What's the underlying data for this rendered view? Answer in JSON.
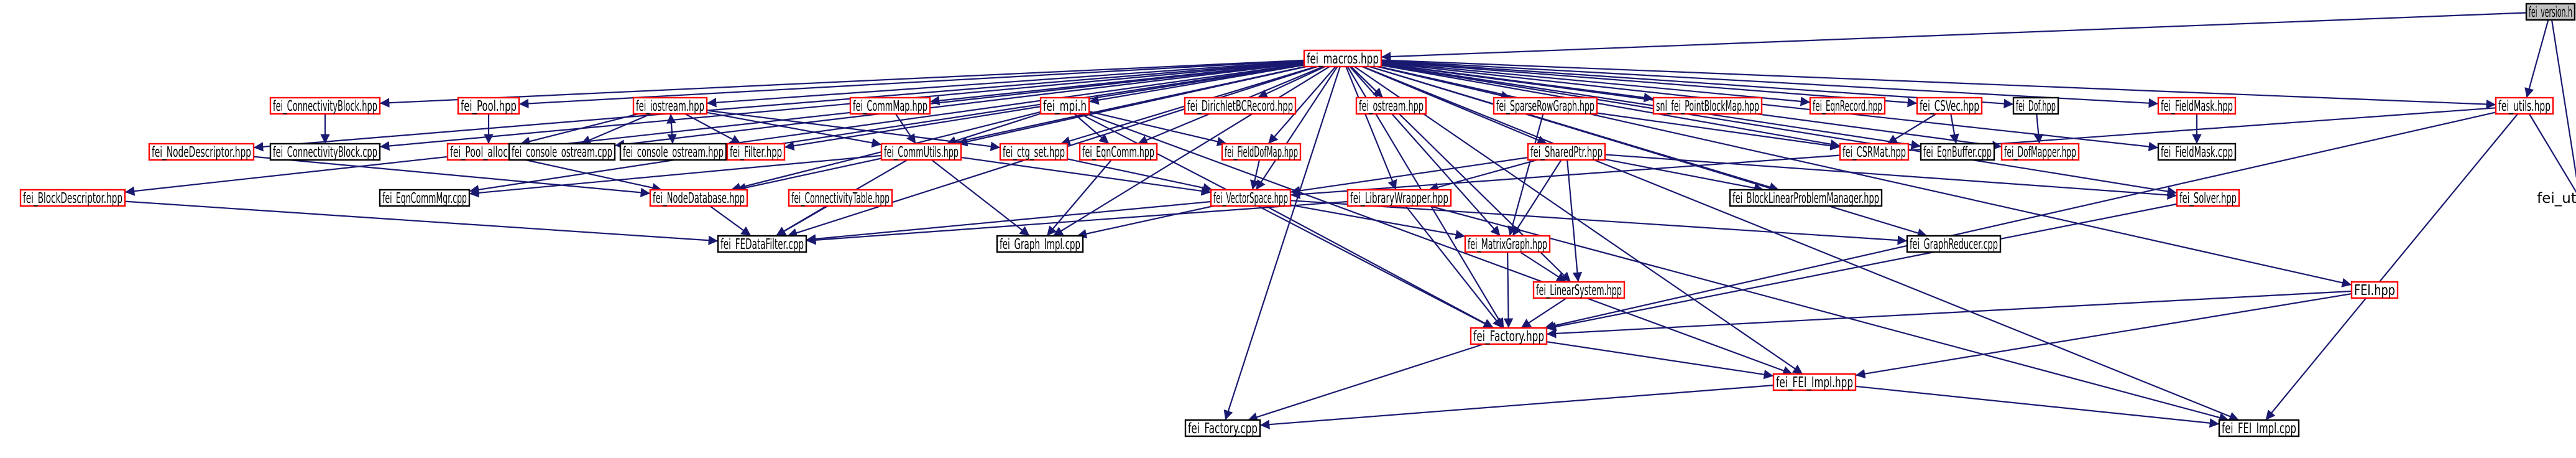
{
  "nodes": [
    {
      "id": "fei_version",
      "label": "fei_version.h",
      "style": "root"
    },
    {
      "id": "fei_macros",
      "label": "fei_macros.hpp",
      "style": "red"
    },
    {
      "id": "fei_utils",
      "label": "fei_utils.hpp",
      "style": "red"
    },
    {
      "id": "fei_utils_cpp",
      "label": "fei_utils.cpp",
      "style": "black"
    },
    {
      "id": "fei_ConnectivityBlock_hpp",
      "label": "fei_ConnectivityBlock.hpp",
      "style": "red"
    },
    {
      "id": "fei_Pool_hpp",
      "label": "fei_Pool.hpp",
      "style": "red"
    },
    {
      "id": "fei_iostream",
      "label": "fei_iostream.hpp",
      "style": "red"
    },
    {
      "id": "fei_CommMap",
      "label": "fei_CommMap.hpp",
      "style": "red"
    },
    {
      "id": "fei_mpi",
      "label": "fei_mpi.h",
      "style": "red"
    },
    {
      "id": "fei_DirichletBCRecord",
      "label": "fei_DirichletBCRecord.hpp",
      "style": "red"
    },
    {
      "id": "fei_ostream",
      "label": "fei_ostream.hpp",
      "style": "red"
    },
    {
      "id": "fei_SparseRowGraph",
      "label": "fei_SparseRowGraph.hpp",
      "style": "red"
    },
    {
      "id": "snl_fei_PointBlockMap",
      "label": "snl_fei_PointBlockMap.hpp",
      "style": "red"
    },
    {
      "id": "fei_EqnRecord",
      "label": "fei_EqnRecord.hpp",
      "style": "red"
    },
    {
      "id": "fei_CSVec",
      "label": "fei_CSVec.hpp",
      "style": "red"
    },
    {
      "id": "fei_Dof",
      "label": "fei_Dof.hpp",
      "style": "black"
    },
    {
      "id": "fei_FieldMask_hpp",
      "label": "fei_FieldMask.hpp",
      "style": "red"
    },
    {
      "id": "fei_NodeDescriptor",
      "label": "fei_NodeDescriptor.hpp",
      "style": "red"
    },
    {
      "id": "fei_ConnectivityBlock_cpp",
      "label": "fei_ConnectivityBlock.cpp",
      "style": "black"
    },
    {
      "id": "fei_Pool_alloc",
      "label": "fei_Pool_alloc.hpp",
      "style": "red"
    },
    {
      "id": "fei_console_ostream_cpp",
      "label": "fei_console_ostream.cpp",
      "style": "black"
    },
    {
      "id": "fei_console_ostream_hpp",
      "label": "fei_console_ostream.hpp",
      "style": "black"
    },
    {
      "id": "fei_Filter",
      "label": "fei_Filter.hpp",
      "style": "red"
    },
    {
      "id": "fei_CommUtils",
      "label": "fei_CommUtils.hpp",
      "style": "red"
    },
    {
      "id": "fei_ctg_set",
      "label": "fei_ctg_set.hpp",
      "style": "red"
    },
    {
      "id": "fei_EqnComm",
      "label": "fei_EqnComm.hpp",
      "style": "red"
    },
    {
      "id": "fei_FieldDofMap",
      "label": "fei_FieldDofMap.hpp",
      "style": "red"
    },
    {
      "id": "fei_SharedPtr",
      "label": "fei_SharedPtr.hpp",
      "style": "red"
    },
    {
      "id": "fei_CSRMat",
      "label": "fei_CSRMat.hpp",
      "style": "red"
    },
    {
      "id": "fei_EqnBuffer",
      "label": "fei_EqnBuffer.cpp",
      "style": "black"
    },
    {
      "id": "fei_DofMapper",
      "label": "fei_DofMapper.hpp",
      "style": "red"
    },
    {
      "id": "fei_FieldMask_cpp",
      "label": "fei_FieldMask.cpp",
      "style": "black"
    },
    {
      "id": "fei_BlockDescriptor",
      "label": "fei_BlockDescriptor.hpp",
      "style": "red"
    },
    {
      "id": "fei_EqnCommMgr",
      "label": "fei_EqnCommMgr.cpp",
      "style": "black"
    },
    {
      "id": "fei_NodeDatabase",
      "label": "fei_NodeDatabase.hpp",
      "style": "red"
    },
    {
      "id": "fei_ConnectivityTable",
      "label": "fei_ConnectivityTable.hpp",
      "style": "red"
    },
    {
      "id": "fei_VectorSpace",
      "label": "fei_VectorSpace.hpp",
      "style": "red"
    },
    {
      "id": "fei_LibraryWrapper",
      "label": "fei_LibraryWrapper.hpp",
      "style": "red"
    },
    {
      "id": "fei_BlockLinearProblemManager",
      "label": "fei_BlockLinearProblemManager.hpp",
      "style": "black"
    },
    {
      "id": "fei_Solver",
      "label": "fei_Solver.hpp",
      "style": "red"
    },
    {
      "id": "fei_FEDataFilter",
      "label": "fei_FEDataFilter.cpp",
      "style": "black"
    },
    {
      "id": "fei_Graph_Impl",
      "label": "fei_Graph_Impl.cpp",
      "style": "black"
    },
    {
      "id": "fei_MatrixGraph",
      "label": "fei_MatrixGraph.hpp",
      "style": "red"
    },
    {
      "id": "fei_GraphReducer",
      "label": "fei_GraphReducer.cpp",
      "style": "black"
    },
    {
      "id": "fei_LinearSystem",
      "label": "fei_LinearSystem.hpp",
      "style": "red"
    },
    {
      "id": "FEI",
      "label": "FEI.hpp",
      "style": "red"
    },
    {
      "id": "fei_Factory_hpp",
      "label": "fei_Factory.hpp",
      "style": "red"
    },
    {
      "id": "FEI_Impl_hpp",
      "label": "fei_FEI_Impl.hpp",
      "style": "red"
    },
    {
      "id": "fei_Factory_cpp",
      "label": "fei_Factory.cpp",
      "style": "black"
    },
    {
      "id": "FEI_Impl_cpp",
      "label": "fei_FEI_Impl.cpp",
      "style": "black"
    }
  ],
  "edges": [
    [
      "fei_version",
      "fei_macros"
    ],
    [
      "fei_version",
      "fei_utils"
    ],
    [
      "fei_version",
      "fei_utils_cpp"
    ],
    [
      "fei_utils",
      "fei_utils_cpp"
    ],
    [
      "fei_utils",
      "fei_Factory_hpp"
    ],
    [
      "fei_utils",
      "FEI_Impl_cpp"
    ],
    [
      "fei_utils",
      "fei_VectorSpace"
    ],
    [
      "fei_macros",
      "fei_ConnectivityBlock_hpp"
    ],
    [
      "fei_macros",
      "fei_Pool_hpp"
    ],
    [
      "fei_macros",
      "fei_iostream"
    ],
    [
      "fei_macros",
      "fei_CommMap"
    ],
    [
      "fei_macros",
      "fei_mpi"
    ],
    [
      "fei_macros",
      "fei_DirichletBCRecord"
    ],
    [
      "fei_macros",
      "fei_ostream"
    ],
    [
      "fei_macros",
      "fei_SparseRowGraph"
    ],
    [
      "fei_macros",
      "snl_fei_PointBlockMap"
    ],
    [
      "fei_macros",
      "fei_EqnRecord"
    ],
    [
      "fei_macros",
      "fei_CSVec"
    ],
    [
      "fei_macros",
      "fei_Dof"
    ],
    [
      "fei_macros",
      "fei_FieldMask_hpp"
    ],
    [
      "fei_macros",
      "fei_utils"
    ],
    [
      "fei_macros",
      "fei_NodeDescriptor"
    ],
    [
      "fei_macros",
      "fei_BlockDescriptor"
    ],
    [
      "fei_macros",
      "fei_ConnectivityBlock_cpp"
    ],
    [
      "fei_macros",
      "fei_console_ostream_cpp"
    ],
    [
      "fei_macros",
      "fei_console_ostream_hpp"
    ],
    [
      "fei_macros",
      "fei_Filter"
    ],
    [
      "fei_macros",
      "fei_CommUtils"
    ],
    [
      "fei_macros",
      "fei_ctg_set"
    ],
    [
      "fei_macros",
      "fei_EqnComm"
    ],
    [
      "fei_macros",
      "fei_FieldDofMap"
    ],
    [
      "fei_macros",
      "fei_SharedPtr"
    ],
    [
      "fei_macros",
      "fei_CSRMat"
    ],
    [
      "fei_macros",
      "fei_EqnBuffer"
    ],
    [
      "fei_macros",
      "fei_DofMapper"
    ],
    [
      "fei_macros",
      "fei_FieldMask_cpp"
    ],
    [
      "fei_macros",
      "fei_Solver"
    ],
    [
      "fei_macros",
      "fei_VectorSpace"
    ],
    [
      "fei_macros",
      "fei_LibraryWrapper"
    ],
    [
      "fei_macros",
      "fei_BlockLinearProblemManager"
    ],
    [
      "fei_macros",
      "fei_MatrixGraph"
    ],
    [
      "fei_macros",
      "fei_GraphReducer"
    ],
    [
      "fei_macros",
      "fei_LinearSystem"
    ],
    [
      "fei_macros",
      "FEI"
    ],
    [
      "fei_macros",
      "fei_Factory_hpp"
    ],
    [
      "fei_macros",
      "FEI_Impl_hpp"
    ],
    [
      "fei_macros",
      "fei_Factory_cpp"
    ],
    [
      "fei_macros",
      "FEI_Impl_cpp"
    ],
    [
      "fei_macros",
      "fei_FEDataFilter"
    ],
    [
      "fei_macros",
      "fei_Graph_Impl"
    ],
    [
      "fei_macros",
      "fei_NodeDatabase"
    ],
    [
      "fei_macros",
      "fei_EqnCommMgr"
    ],
    [
      "fei_ConnectivityBlock_hpp",
      "fei_ConnectivityBlock_cpp"
    ],
    [
      "fei_Pool_hpp",
      "fei_Pool_alloc"
    ],
    [
      "fei_iostream",
      "fei_console_ostream_cpp"
    ],
    [
      "fei_iostream",
      "fei_console_ostream_hpp"
    ],
    [
      "fei_iostream",
      "fei_Filter"
    ],
    [
      "fei_iostream",
      "fei_CommUtils"
    ],
    [
      "fei_iostream",
      "fei_ctg_set"
    ],
    [
      "fei_iostream",
      "fei_Pool_alloc"
    ],
    [
      "fei_console_ostream_hpp",
      "fei_iostream"
    ],
    [
      "fei_CommMap",
      "fei_CommUtils"
    ],
    [
      "fei_mpi",
      "fei_CommUtils"
    ],
    [
      "fei_mpi",
      "fei_EqnComm"
    ],
    [
      "fei_mpi",
      "fei_FieldDofMap"
    ],
    [
      "fei_mpi",
      "fei_NodeDatabase"
    ],
    [
      "fei_mpi",
      "fei_Factory_hpp"
    ],
    [
      "fei_mpi",
      "FEI_Impl_hpp"
    ],
    [
      "fei_SparseRowGraph",
      "fei_CSRMat"
    ],
    [
      "fei_SparseRowGraph",
      "fei_MatrixGraph"
    ],
    [
      "fei_CSVec",
      "fei_CSRMat"
    ],
    [
      "fei_CSVec",
      "fei_EqnBuffer"
    ],
    [
      "fei_Dof",
      "fei_DofMapper"
    ],
    [
      "fei_FieldMask_hpp",
      "fei_FieldMask_cpp"
    ],
    [
      "fei_NodeDescriptor",
      "fei_NodeDatabase"
    ],
    [
      "fei_Pool_alloc",
      "fei_NodeDatabase"
    ],
    [
      "fei_CommUtils",
      "fei_EqnCommMgr"
    ],
    [
      "fei_CommUtils",
      "fei_FEDataFilter"
    ],
    [
      "fei_CommUtils",
      "fei_Graph_Impl"
    ],
    [
      "fei_CommUtils",
      "fei_VectorSpace"
    ],
    [
      "fei_ctg_set",
      "fei_VectorSpace"
    ],
    [
      "fei_EqnComm",
      "fei_Graph_Impl"
    ],
    [
      "fei_FieldDofMap",
      "fei_VectorSpace"
    ],
    [
      "fei_SharedPtr",
      "fei_VectorSpace"
    ],
    [
      "fei_SharedPtr",
      "fei_LibraryWrapper"
    ],
    [
      "fei_SharedPtr",
      "fei_BlockLinearProblemManager"
    ],
    [
      "fei_SharedPtr",
      "fei_Solver"
    ],
    [
      "fei_SharedPtr",
      "fei_MatrixGraph"
    ],
    [
      "fei_SharedPtr",
      "fei_LinearSystem"
    ],
    [
      "fei_BlockDescriptor",
      "fei_FEDataFilter"
    ],
    [
      "fei_NodeDatabase",
      "fei_FEDataFilter"
    ],
    [
      "fei_ConnectivityTable",
      "fei_FEDataFilter"
    ],
    [
      "fei_VectorSpace",
      "fei_Graph_Impl"
    ],
    [
      "fei_VectorSpace",
      "fei_MatrixGraph"
    ],
    [
      "fei_VectorSpace",
      "fei_GraphReducer"
    ],
    [
      "fei_VectorSpace",
      "fei_Factory_hpp"
    ],
    [
      "fei_VectorSpace",
      "fei_FEDataFilter"
    ],
    [
      "fei_LibraryWrapper",
      "fei_Factory_hpp"
    ],
    [
      "fei_LibraryWrapper",
      "fei_FEDataFilter"
    ],
    [
      "fei_LibraryWrapper",
      "FEI_Impl_cpp"
    ],
    [
      "fei_Solver",
      "fei_Factory_hpp"
    ],
    [
      "fei_MatrixGraph",
      "fei_LinearSystem"
    ],
    [
      "fei_MatrixGraph",
      "fei_Factory_hpp"
    ],
    [
      "fei_LinearSystem",
      "fei_Factory_hpp"
    ],
    [
      "FEI",
      "fei_Factory_hpp"
    ],
    [
      "FEI",
      "FEI_Impl_hpp"
    ],
    [
      "fei_Factory_hpp",
      "FEI_Impl_hpp"
    ],
    [
      "fei_Factory_hpp",
      "fei_Factory_cpp"
    ],
    [
      "FEI_Impl_hpp",
      "fei_Factory_cpp"
    ],
    [
      "FEI_Impl_hpp",
      "FEI_Impl_cpp"
    ]
  ]
}
